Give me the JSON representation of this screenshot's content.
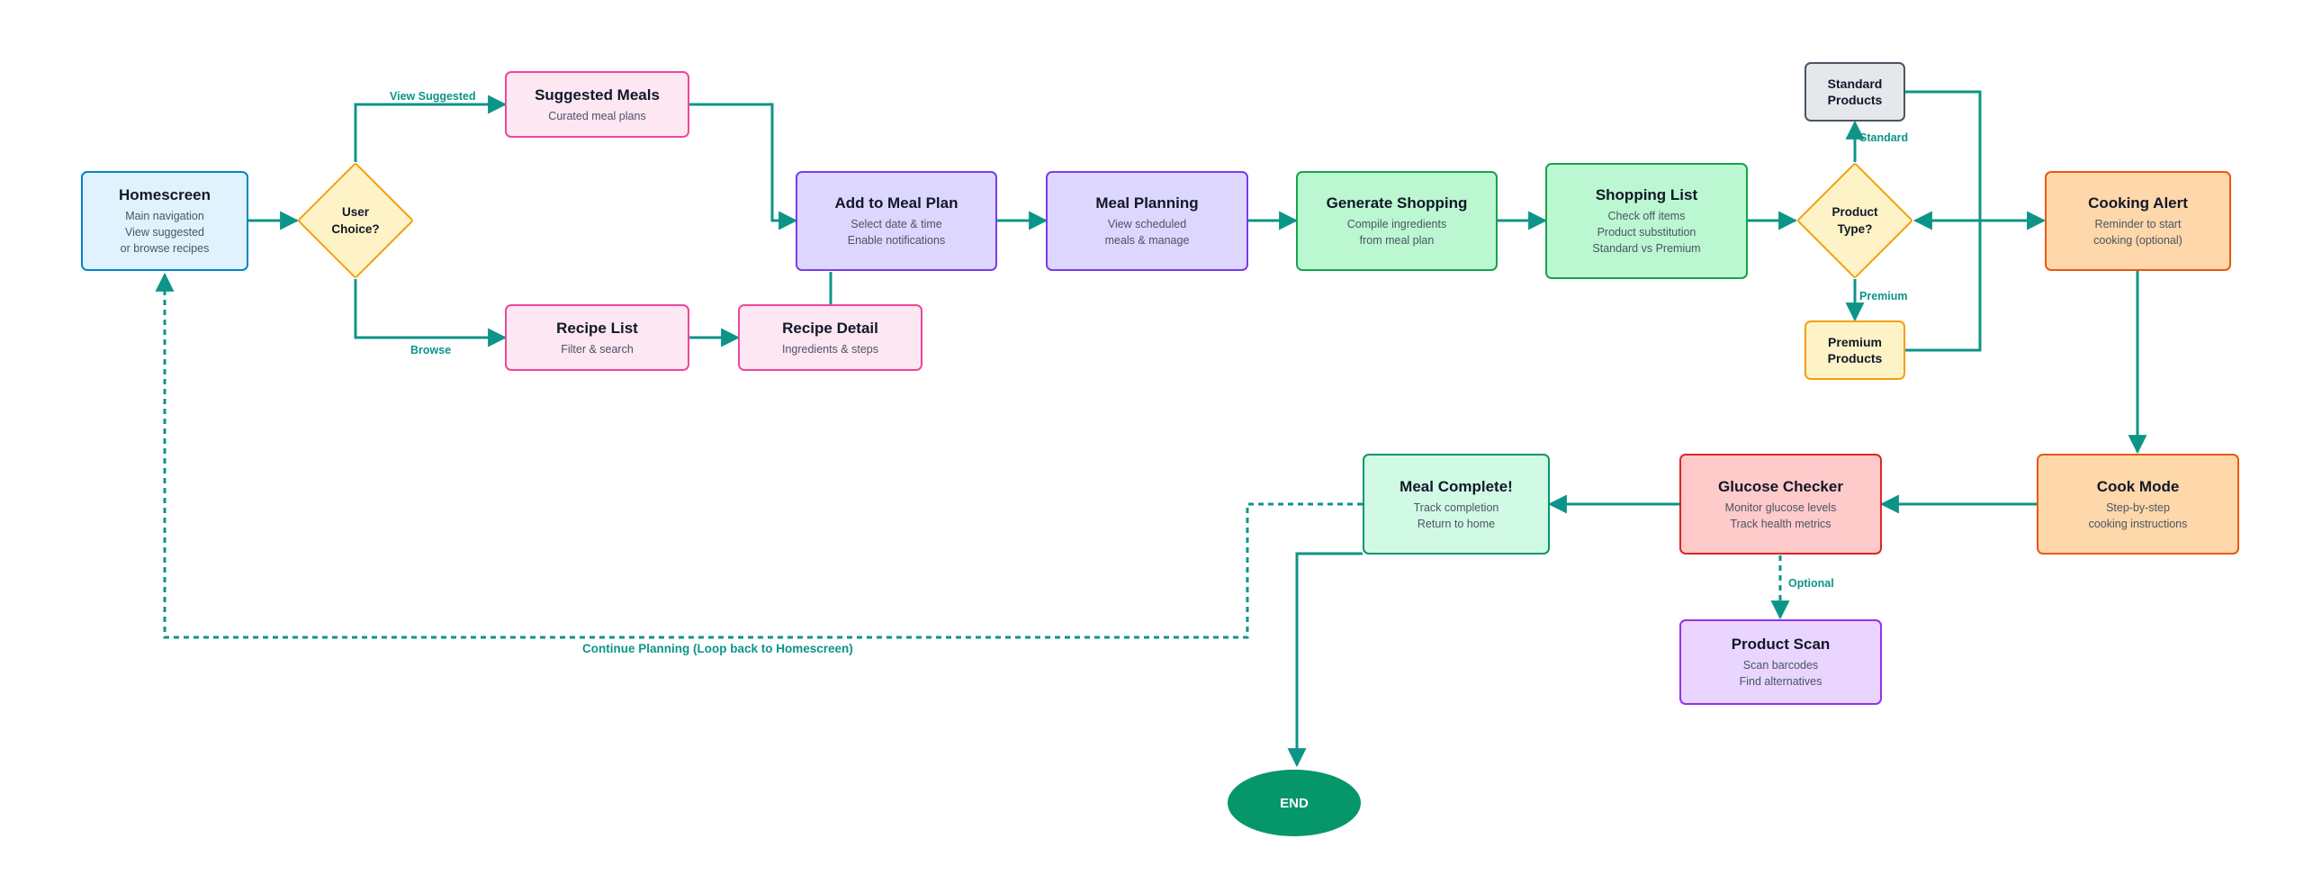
{
  "nodes": {
    "homescreen": {
      "title": "Homescreen",
      "lines": [
        "Main navigation",
        "View suggested",
        "or browse recipes"
      ]
    },
    "suggested_meals": {
      "title": "Suggested Meals",
      "lines": [
        "Curated meal plans"
      ]
    },
    "recipe_list": {
      "title": "Recipe List",
      "lines": [
        "Filter & search"
      ]
    },
    "recipe_detail": {
      "title": "Recipe Detail",
      "lines": [
        "Ingredients & steps"
      ]
    },
    "add_to_meal_plan": {
      "title": "Add to Meal Plan",
      "lines": [
        "Select date & time",
        "Enable notifications"
      ]
    },
    "meal_planning": {
      "title": "Meal Planning",
      "lines": [
        "View scheduled",
        "meals & manage"
      ]
    },
    "generate_shopping": {
      "title": "Generate Shopping",
      "lines": [
        "Compile ingredients",
        "from meal plan"
      ]
    },
    "shopping_list": {
      "title": "Shopping List",
      "lines": [
        "Check off items",
        "Product substitution",
        "Standard vs Premium"
      ]
    },
    "standard_products": {
      "title": "Standard\nProducts"
    },
    "premium_products": {
      "title": "Premium\nProducts"
    },
    "cooking_alert": {
      "title": "Cooking Alert",
      "lines": [
        "Reminder to start",
        "cooking (optional)"
      ]
    },
    "cook_mode": {
      "title": "Cook Mode",
      "lines": [
        "Step-by-step",
        "cooking instructions"
      ]
    },
    "glucose_checker": {
      "title": "Glucose Checker",
      "lines": [
        "Monitor glucose levels",
        "Track health metrics"
      ]
    },
    "product_scan": {
      "title": "Product Scan",
      "lines": [
        "Scan barcodes",
        "Find alternatives"
      ]
    },
    "meal_complete": {
      "title": "Meal Complete!",
      "lines": [
        "Track completion",
        "Return to home"
      ]
    },
    "end": {
      "title": "END"
    }
  },
  "decisions": {
    "user_choice": "User\nChoice?",
    "product_type": "Product\nType?"
  },
  "edge_labels": {
    "view_suggested": "View Suggested",
    "browse": "Browse",
    "standard": "Standard",
    "premium": "Premium",
    "optional": "Optional",
    "loop_back": "Continue Planning (Loop back to Homescreen)"
  },
  "colors": {
    "edge": "#0d9488",
    "blue": {
      "fill": "#e0f2fe",
      "stroke": "#0284c7"
    },
    "pink": {
      "fill": "#fce7f3",
      "stroke": "#ec4899"
    },
    "purple": {
      "fill": "#ddd6fe",
      "stroke": "#7c3aed"
    },
    "green": {
      "fill": "#bbf7d0",
      "stroke": "#16a34a"
    },
    "gray": {
      "fill": "#e5e7eb",
      "stroke": "#4b5563"
    },
    "yellow": {
      "fill": "#fef3c7",
      "stroke": "#f59e0b"
    },
    "orange": {
      "fill": "#fed7aa",
      "stroke": "#ea580c"
    },
    "red": {
      "fill": "#fecaca",
      "stroke": "#dc2626"
    },
    "lavender": {
      "fill": "#e9d5ff",
      "stroke": "#9333ea"
    },
    "mint": {
      "fill": "#d1fae5",
      "stroke": "#059669"
    },
    "end": "#059669"
  }
}
